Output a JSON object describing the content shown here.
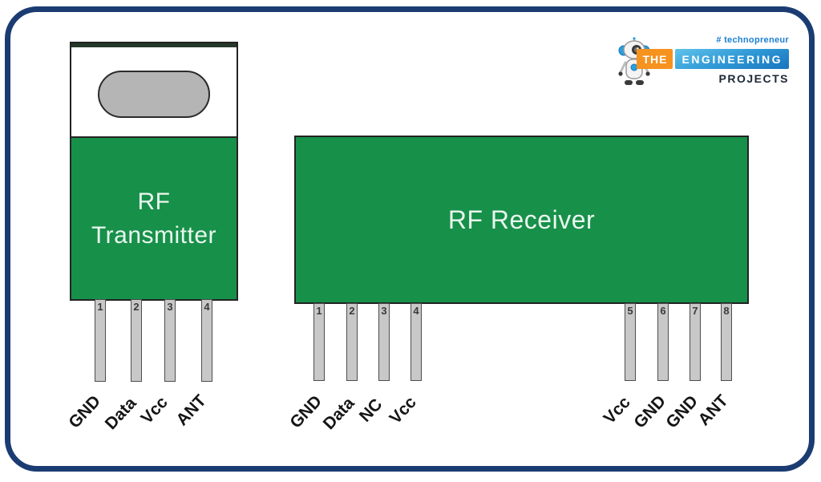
{
  "frame": {
    "border_color": "#1b3c72",
    "background": "#ffffff"
  },
  "logo": {
    "hashtag": "# technopreneur",
    "word_the": "THE",
    "word_engineering": "ENGINEERING",
    "word_projects": "PROJECTS",
    "colors": {
      "orange": "#f6921e",
      "blue_light": "#5ec2ea",
      "blue_dark": "#1a74be",
      "hashtag_blue": "#1c7fd2",
      "projects_dark": "#1b2836"
    }
  },
  "transmitter": {
    "title_line1": "RF",
    "title_line2": "Transmitter",
    "body_color": "#17904a",
    "pin_color": "#c8c8c8",
    "pins": [
      {
        "number": "1",
        "label": "GND"
      },
      {
        "number": "2",
        "label": "Data"
      },
      {
        "number": "3",
        "label": "Vcc"
      },
      {
        "number": "4",
        "label": "ANT"
      }
    ]
  },
  "receiver": {
    "title": "RF Receiver",
    "body_color": "#17904a",
    "pin_color": "#c8c8c8",
    "pins_left": [
      {
        "number": "1",
        "label": "GND"
      },
      {
        "number": "2",
        "label": "Data"
      },
      {
        "number": "3",
        "label": "NC"
      },
      {
        "number": "4",
        "label": "Vcc"
      }
    ],
    "pins_right": [
      {
        "number": "5",
        "label": "Vcc"
      },
      {
        "number": "6",
        "label": "GND"
      },
      {
        "number": "7",
        "label": "GND"
      },
      {
        "number": "8",
        "label": "ANT"
      }
    ]
  }
}
